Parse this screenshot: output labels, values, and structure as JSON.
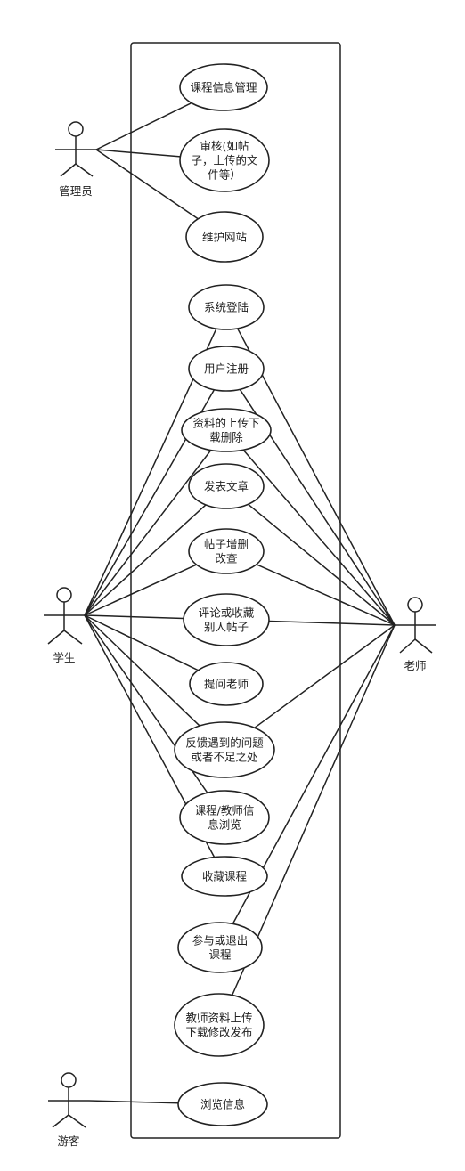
{
  "actors": {
    "admin": {
      "label": "管理员"
    },
    "student": {
      "label": "学生"
    },
    "teacher": {
      "label": "老师"
    },
    "visitor": {
      "label": "游客"
    }
  },
  "use_cases": [
    {
      "id": "uc1",
      "lines": [
        "课程信息管理"
      ]
    },
    {
      "id": "uc2",
      "lines": [
        "审核(如帖",
        "子，上传的文",
        "件等）"
      ]
    },
    {
      "id": "uc3",
      "lines": [
        "维护网站"
      ]
    },
    {
      "id": "uc4",
      "lines": [
        "系统登陆"
      ]
    },
    {
      "id": "uc5",
      "lines": [
        "用户注册"
      ]
    },
    {
      "id": "uc6",
      "lines": [
        "资料的上传下",
        "载删除"
      ]
    },
    {
      "id": "uc7",
      "lines": [
        "发表文章"
      ]
    },
    {
      "id": "uc8",
      "lines": [
        "帖子增删",
        "改查"
      ]
    },
    {
      "id": "uc9",
      "lines": [
        "评论或收藏",
        "别人帖子"
      ]
    },
    {
      "id": "uc10",
      "lines": [
        "提问老师"
      ]
    },
    {
      "id": "uc11",
      "lines": [
        "反馈遇到的问题",
        "或者不足之处"
      ]
    },
    {
      "id": "uc12",
      "lines": [
        "课程/教师信",
        "息浏览"
      ]
    },
    {
      "id": "uc13",
      "lines": [
        "收藏课程"
      ]
    },
    {
      "id": "uc14",
      "lines": [
        "参与或退出",
        "课程"
      ]
    },
    {
      "id": "uc15",
      "lines": [
        "教师资料上传",
        "下载修改发布"
      ]
    },
    {
      "id": "uc16",
      "lines": [
        "浏览信息"
      ]
    }
  ],
  "associations": [
    [
      "admin",
      "uc1"
    ],
    [
      "admin",
      "uc2"
    ],
    [
      "admin",
      "uc3"
    ],
    [
      "student",
      "uc4"
    ],
    [
      "student",
      "uc5"
    ],
    [
      "student",
      "uc6"
    ],
    [
      "student",
      "uc7"
    ],
    [
      "student",
      "uc8"
    ],
    [
      "student",
      "uc9"
    ],
    [
      "student",
      "uc10"
    ],
    [
      "student",
      "uc11"
    ],
    [
      "student",
      "uc12"
    ],
    [
      "student",
      "uc13"
    ],
    [
      "teacher",
      "uc4"
    ],
    [
      "teacher",
      "uc5"
    ],
    [
      "teacher",
      "uc6"
    ],
    [
      "teacher",
      "uc7"
    ],
    [
      "teacher",
      "uc8"
    ],
    [
      "teacher",
      "uc9"
    ],
    [
      "teacher",
      "uc11"
    ],
    [
      "teacher",
      "uc14"
    ],
    [
      "teacher",
      "uc15"
    ],
    [
      "visitor",
      "uc16"
    ]
  ]
}
